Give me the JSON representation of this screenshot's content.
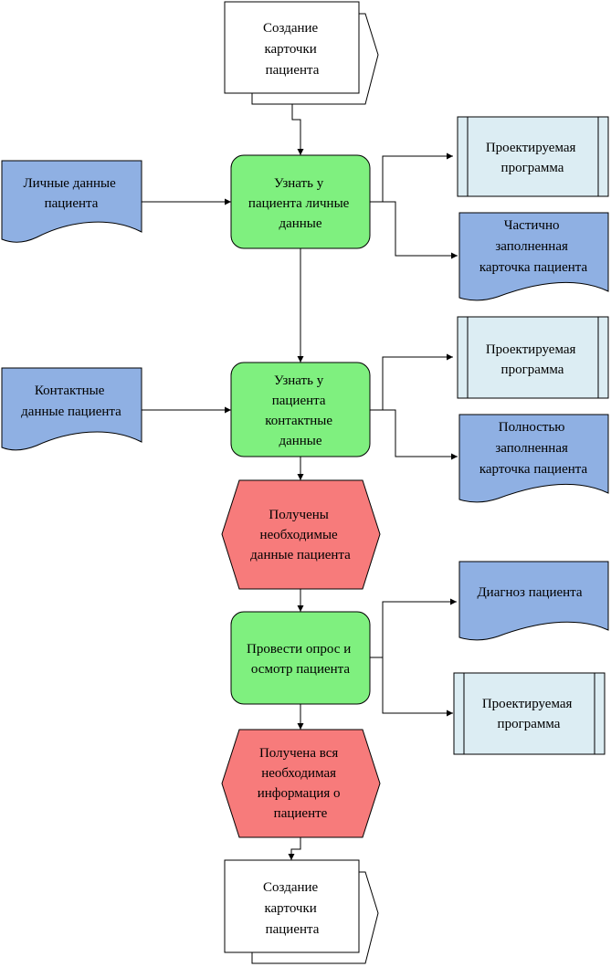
{
  "colors": {
    "function": "#7ff07f",
    "event": "#f77b7b",
    "document": "#8fb0e3",
    "system": "#dcedf3",
    "interface": "#ffffff",
    "line": "#000000"
  },
  "nodes": {
    "start_interface": [
      "Создание",
      "карточки",
      "пациента"
    ],
    "function_personal": [
      "Узнать у",
      "пациента личные",
      "данные"
    ],
    "input_personal": [
      "Личные данные",
      "пациента"
    ],
    "system_1": [
      "Проектируемая",
      "программа"
    ],
    "output_partial": [
      "Частично",
      "заполненная",
      "карточка пациента"
    ],
    "function_contact": [
      "Узнать у",
      "пациента",
      "контактные",
      "данные"
    ],
    "input_contact": [
      "Контактные",
      "данные пациента"
    ],
    "system_2": [
      "Проектируемая",
      "программа"
    ],
    "output_full": [
      "Полностью",
      "заполненная",
      "карточка пациента"
    ],
    "event_data": [
      "Получены",
      "необходимые",
      "данные пациента"
    ],
    "function_exam": [
      "Провести опрос и",
      "осмотр пациента"
    ],
    "output_diagnosis": [
      "Диагноз пациента"
    ],
    "system_3": [
      "Проектируемая",
      "программа"
    ],
    "event_info": [
      "Получена вся",
      "необходимая",
      "информация о",
      "пациенте"
    ],
    "end_interface": [
      "Создание",
      "карточки",
      "пациента"
    ]
  }
}
